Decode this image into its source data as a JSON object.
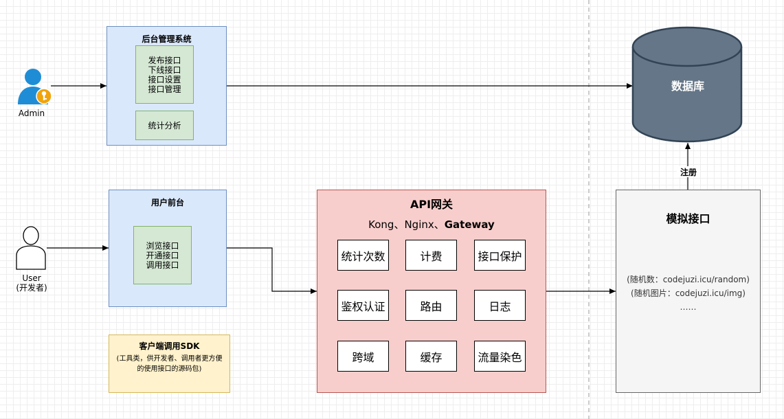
{
  "admin": {
    "label": "Admin"
  },
  "user": {
    "label_line1": "User",
    "label_line2": "(开发者)"
  },
  "backend": {
    "title": "后台管理系统",
    "group1": [
      "发布接口",
      "下线接口",
      "接口设置",
      "接口管理"
    ],
    "group2": "统计分析"
  },
  "frontend": {
    "title": "用户前台",
    "items": [
      "浏览接口",
      "开通接口",
      "调用接口"
    ]
  },
  "sdk": {
    "title": "客户端调用SDK",
    "desc_line1": "(工具类，供开发者、调用者更方便",
    "desc_line2": "的使用接口的源码包)"
  },
  "gateway": {
    "title": "API网关",
    "subtitle_prefix": "Kong、Nginx、",
    "subtitle_bold": "Gateway",
    "cells": [
      "统计次数",
      "计费",
      "接口保护",
      "鉴权认证",
      "路由",
      "日志",
      "跨域",
      "缓存",
      "流量染色"
    ]
  },
  "mock": {
    "title": "模拟接口",
    "line1": "(随机数：codejuzi.icu/random)",
    "line2": "(随机图片：codejuzi.icu/img)",
    "line3": "……"
  },
  "database": {
    "label": "数据库"
  },
  "edge_register": {
    "label": "注册"
  },
  "colors": {
    "blue_fill": "#dae8fc",
    "blue_stroke": "#6c8ebf",
    "green_fill": "#d5e8d4",
    "green_stroke": "#82b366",
    "red_fill": "#f8cecc",
    "red_stroke": "#b85450",
    "yellow_fill": "#fff2cc",
    "yellow_stroke": "#d6b656",
    "gray_fill": "#f5f5f5",
    "gray_stroke": "#666666",
    "db_fill": "#647687",
    "db_stroke": "#314354",
    "actor_blue": "#1f8dd6",
    "key_badge": "#f0a30a"
  }
}
